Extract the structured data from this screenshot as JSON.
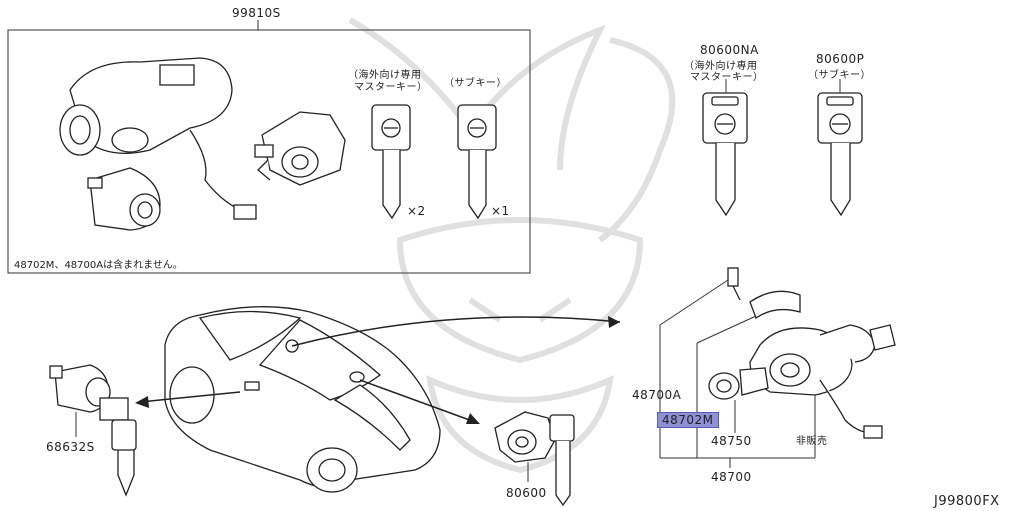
{
  "title": "",
  "diagram_code": "J99800FX",
  "labels": {
    "kit": "99810S",
    "kit_note": "48702M、48700Aは含まれません。",
    "master_key_left_1": "（海外向け専用",
    "master_key_left_2": "マスターキー）",
    "sub_key_left": "（サブキー）",
    "qty_master": "×2",
    "qty_sub": "×1",
    "key_na": "80600NA",
    "key_na_1": "（海外向け専用",
    "key_na_2": "マスターキー）",
    "key_p": "80600P",
    "key_p_1": "（サブキー）",
    "part_48700a": "48700A",
    "part_48702m": "48702M",
    "part_48750": "48750",
    "part_48700": "48700",
    "not_sold": "非販売",
    "part_68632s": "68632S",
    "part_80600": "80600"
  },
  "colors": {
    "line": "#333333",
    "highlight": "#8f8fd6",
    "watermark": "#d9d9d9"
  }
}
